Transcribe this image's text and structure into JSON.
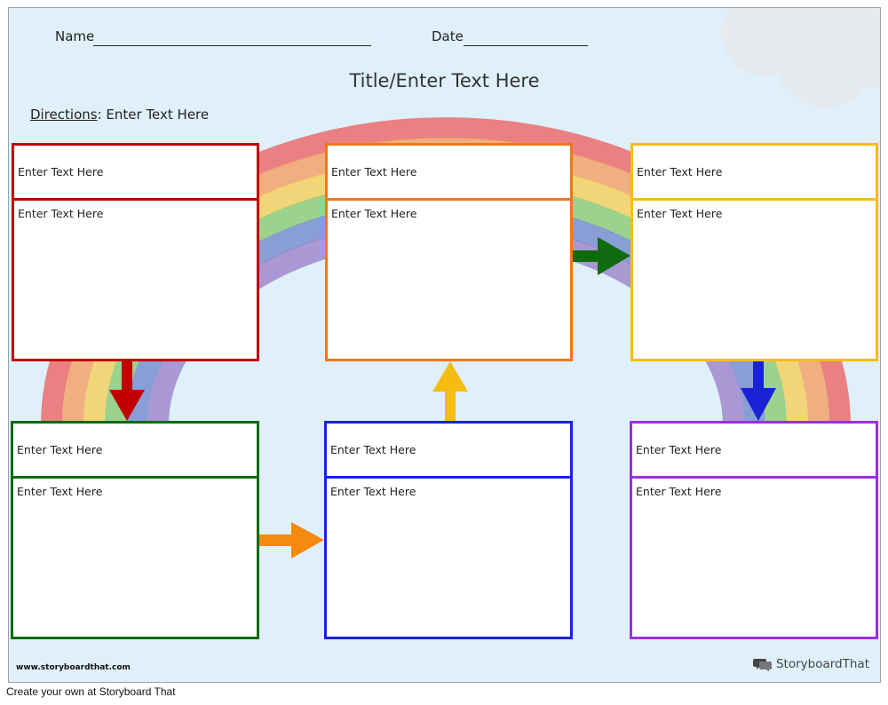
{
  "header": {
    "name_label": "Name",
    "date_label": "Date",
    "title": "Title/Enter Text Here",
    "directions_label": "Directions",
    "directions_text": ": Enter Text Here"
  },
  "boxes": [
    {
      "heading": "Enter Text Here",
      "body": "Enter Text Here",
      "color": "#c00000"
    },
    {
      "heading": "Enter Text Here",
      "body": "Enter Text Here",
      "color": "#f07818"
    },
    {
      "heading": "Enter Text Here",
      "body": "Enter Text Here",
      "color": "#f6bc12"
    },
    {
      "heading": "Enter Text Here",
      "body": "Enter Text Here",
      "color": "#0f6b0f"
    },
    {
      "heading": "Enter Text Here",
      "body": "Enter Text Here",
      "color": "#1a22d6"
    },
    {
      "heading": "Enter Text Here",
      "body": "Enter Text Here",
      "color": "#9b30e0"
    }
  ],
  "arrows": [
    {
      "icon": "arrow-down-icon",
      "color": "#c00000"
    },
    {
      "icon": "arrow-right-icon",
      "color": "#f58a0e"
    },
    {
      "icon": "arrow-up-icon",
      "color": "#f6bc12"
    },
    {
      "icon": "arrow-right-icon",
      "color": "#106b10"
    },
    {
      "icon": "arrow-down-icon",
      "color": "#1a22d6"
    }
  ],
  "footer": {
    "url": "www.storyboardthat.com",
    "brand": "StoryboardThat",
    "caption": "Create your own at Storyboard That"
  }
}
